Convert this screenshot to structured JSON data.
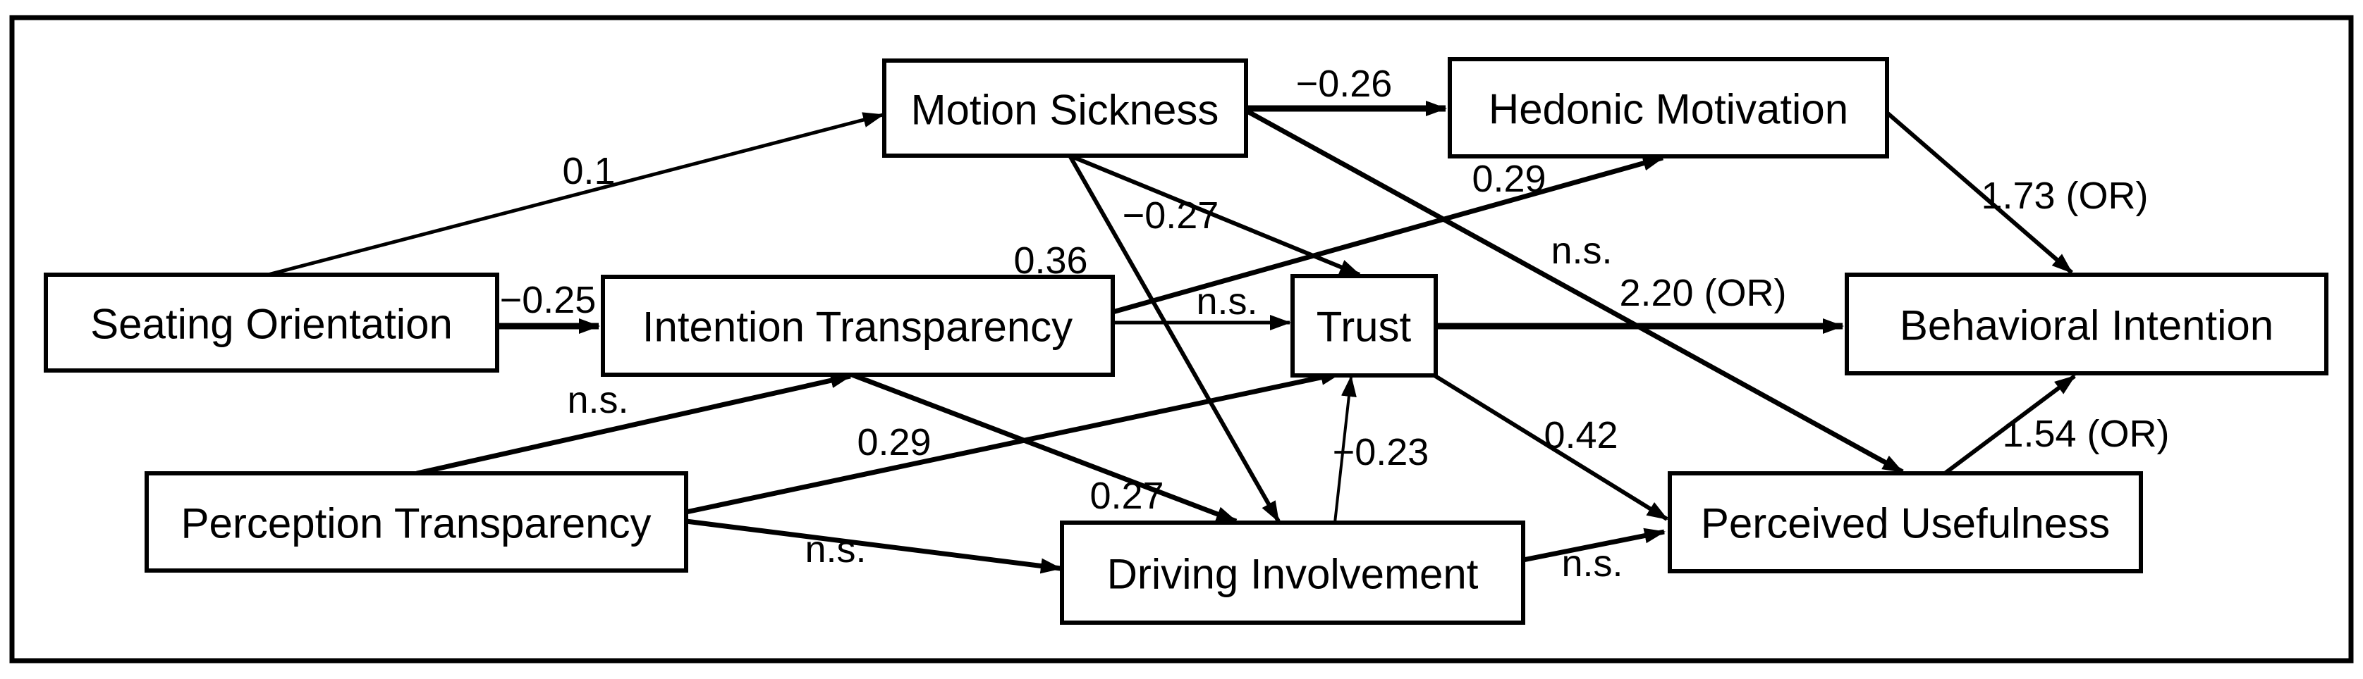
{
  "figure": {
    "kind": "structural-path-diagram",
    "nodes": [
      {
        "id": "seating-orientation",
        "label": "Seating Orientation"
      },
      {
        "id": "intention-transparency",
        "label": "Intention Transparency"
      },
      {
        "id": "perception-transparency",
        "label": "Perception Transparency"
      },
      {
        "id": "motion-sickness",
        "label": "Motion Sickness"
      },
      {
        "id": "hedonic-motivation",
        "label": "Hedonic Motivation"
      },
      {
        "id": "trust",
        "label": "Trust"
      },
      {
        "id": "behavioral-intention",
        "label": "Behavioral Intention"
      },
      {
        "id": "driving-involvement",
        "label": "Driving Involvement"
      },
      {
        "id": "perceived-usefulness",
        "label": "Perceived Usefulness"
      }
    ],
    "edges": [
      {
        "from": "seating-orientation",
        "to": "motion-sickness",
        "label": "0.1"
      },
      {
        "from": "seating-orientation",
        "to": "intention-transparency",
        "label": "−0.25"
      },
      {
        "from": "motion-sickness",
        "to": "hedonic-motivation",
        "label": "−0.26"
      },
      {
        "from": "motion-sickness",
        "to": "trust",
        "label": "−0.27"
      },
      {
        "from": "motion-sickness",
        "to": "driving-involvement",
        "label": "0.36"
      },
      {
        "from": "motion-sickness",
        "to": "perceived-usefulness",
        "label": "n.s."
      },
      {
        "from": "intention-transparency",
        "to": "trust",
        "label": "n.s."
      },
      {
        "from": "intention-transparency",
        "to": "hedonic-motivation",
        "label": "0.29"
      },
      {
        "from": "intention-transparency",
        "to": "driving-involvement",
        "label": "0.27"
      },
      {
        "from": "perception-transparency",
        "to": "intention-transparency",
        "label": "n.s."
      },
      {
        "from": "perception-transparency",
        "to": "trust",
        "label": "0.29"
      },
      {
        "from": "perception-transparency",
        "to": "driving-involvement",
        "label": "n.s."
      },
      {
        "from": "driving-involvement",
        "to": "trust",
        "label": "−0.23"
      },
      {
        "from": "trust",
        "to": "perceived-usefulness",
        "label": "0.42"
      },
      {
        "from": "trust",
        "to": "behavioral-intention",
        "label": "2.20 (OR)"
      },
      {
        "from": "hedonic-motivation",
        "to": "behavioral-intention",
        "label": "1.73 (OR)"
      },
      {
        "from": "perceived-usefulness",
        "to": "behavioral-intention",
        "label": "1.54 (OR)"
      },
      {
        "from": "driving-involvement",
        "to": "perceived-usefulness",
        "label": "n.s."
      }
    ],
    "colors": {
      "line": "#000000",
      "box_fill": "#ffffff",
      "background": "#ffffff"
    }
  }
}
